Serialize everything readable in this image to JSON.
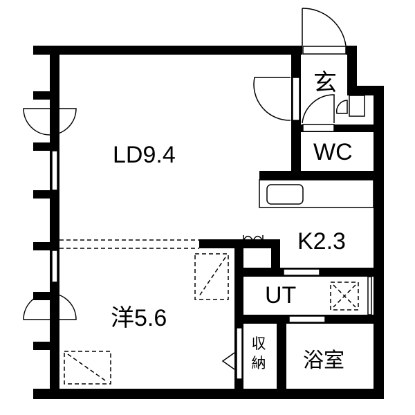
{
  "rooms": {
    "ld": "LD9.4",
    "entrance": "玄",
    "wc": "WC",
    "kitchen": "K2.3",
    "western_room": "洋5.6",
    "utility": "UT",
    "storage_line1": "収",
    "storage_line2": "納",
    "bathroom": "浴室"
  },
  "colors": {
    "wall": "#000000",
    "background": "#ffffff"
  }
}
